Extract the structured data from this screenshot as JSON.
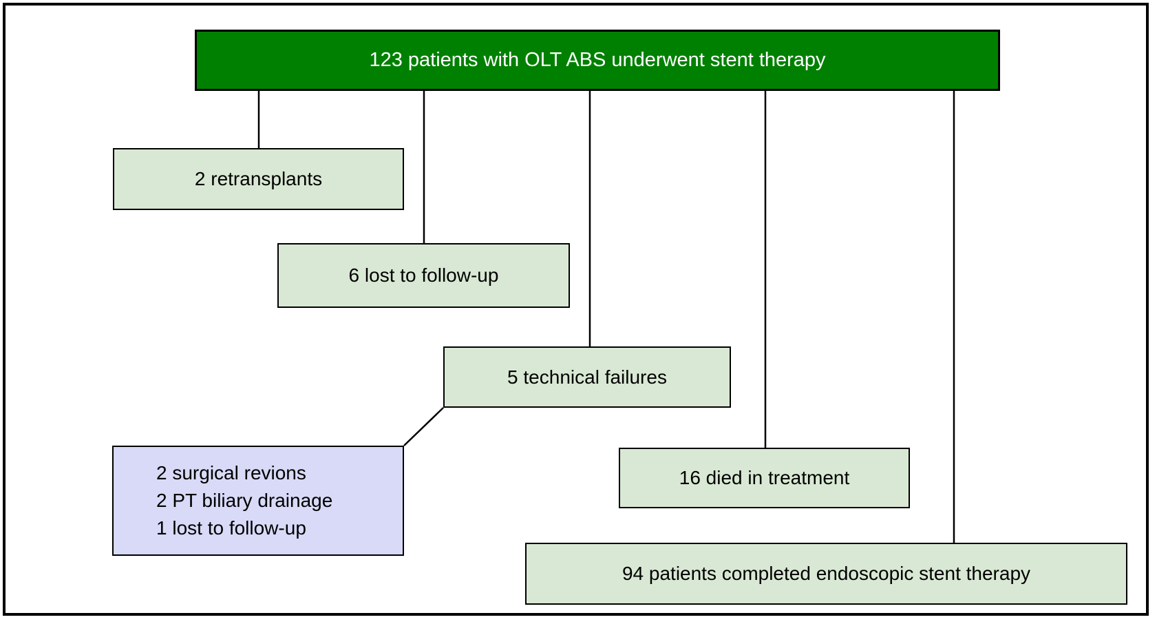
{
  "figure": {
    "root_box": {
      "label": "123 patients with OLT ABS underwent stent therapy"
    },
    "branch_boxes": {
      "retransplants": {
        "label": "2 retransplants"
      },
      "lost_follow_up": {
        "label": "6 lost to follow-up"
      },
      "technical_failures": {
        "label": "5 technical failures"
      },
      "died_in_treatment": {
        "label": "16 died in treatment"
      },
      "completed_therapy": {
        "label": "94 patients completed endoscopic stent therapy"
      }
    },
    "outcome_box": {
      "lines": [
        "2 surgical revions",
        "2 PT biliary drainage",
        "1 lost to follow-up"
      ]
    },
    "colors": {
      "root_fill": "#008000",
      "root_text": "#ffffff",
      "branch_fill": "#d9e8d4",
      "outcome_fill": "#d8daf7",
      "line_and_border": "#000000",
      "background": "#ffffff"
    }
  }
}
